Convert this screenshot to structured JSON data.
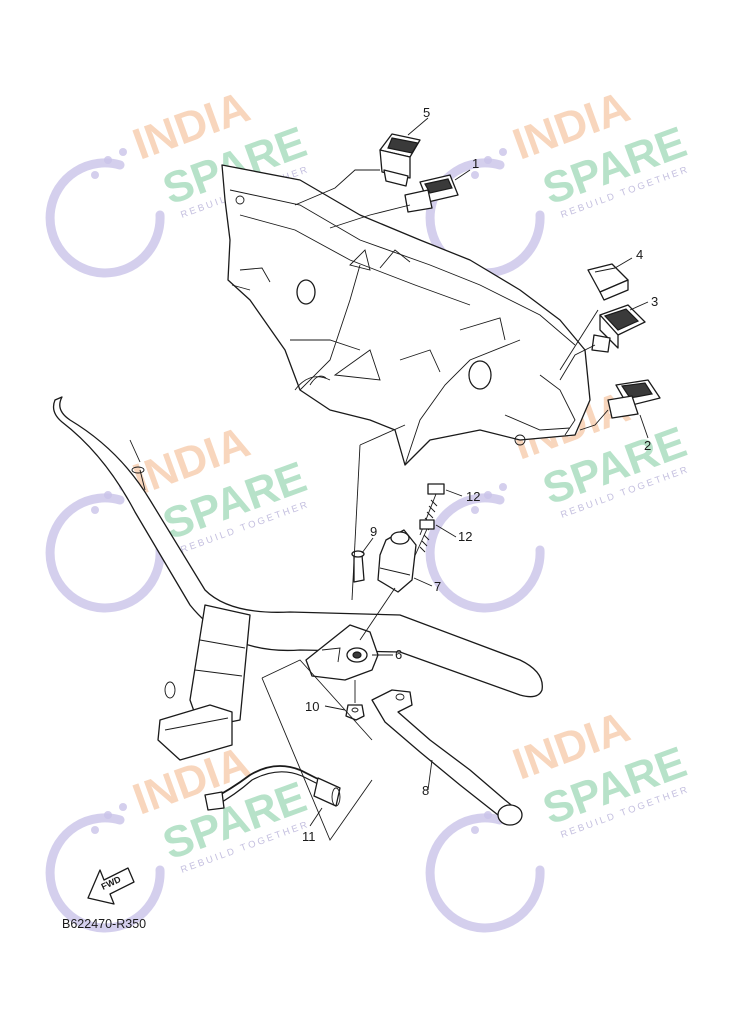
{
  "diagram": {
    "code": "B622470-R350",
    "fwd_label": "FWD",
    "callouts": [
      "1",
      "2",
      "3",
      "4",
      "5",
      "6",
      "7",
      "8",
      "9",
      "10",
      "11",
      "12",
      "12"
    ]
  },
  "watermark": {
    "line1": "INDIA",
    "line2": "SPARE",
    "tagline": "REBUILD TOGETHER",
    "colors": {
      "india": "#f6c9a8",
      "spare": "#9fd9b7",
      "icon": "#c9c3e8"
    }
  }
}
